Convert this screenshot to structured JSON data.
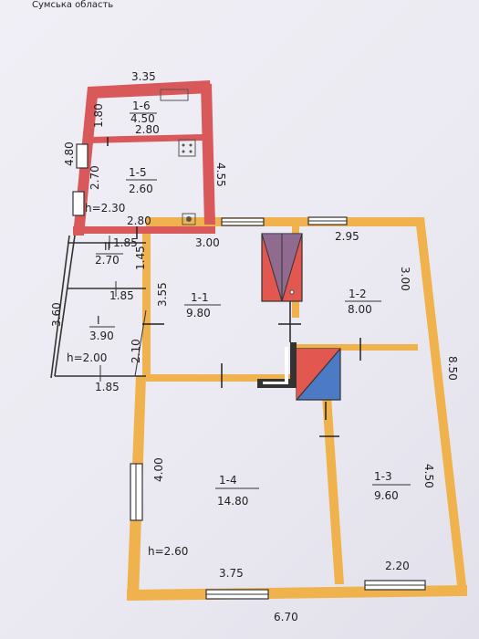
{
  "header_text": "Сумська область",
  "rooms": {
    "r1_1": {
      "id": "1-1",
      "area": "9.80"
    },
    "r1_2": {
      "id": "1-2",
      "area": "8.00"
    },
    "r1_3": {
      "id": "1-3",
      "area": "9.60"
    },
    "r1_4": {
      "id": "1-4",
      "area": "14.80"
    },
    "r1_5": {
      "id": "1-5",
      "area": "2.60"
    },
    "r1_6": {
      "id": "1-6",
      "area": "4.50"
    },
    "rII": {
      "id": "II",
      "area": "2.70"
    },
    "rI": {
      "id": "I",
      "area": "3.90"
    }
  },
  "dimensions": {
    "d_335": "3.35",
    "d_180": "1.80",
    "d_280_top": "2.80",
    "d_480": "4.80",
    "d_455": "4.55",
    "d_270": "2.70",
    "d_280_bottom": "2.80",
    "d_h230": "h=2.30",
    "d_185_a": "1.85",
    "d_145": "1.45",
    "d_300_top": "3.00",
    "d_295": "2.95",
    "d_355": "3.55",
    "d_300_right": "3.00",
    "d_360": "3.60",
    "d_185_b": "1.85",
    "d_210": "2.10",
    "d_h200": "h=2.00",
    "d_185_c": "1.85",
    "d_850": "8.50",
    "d_400": "4.00",
    "d_450": "4.50",
    "d_h260": "h=2.60",
    "d_375": "3.75",
    "d_220": "2.20",
    "d_670": "6.70"
  },
  "colors": {
    "wall_main": "#efb24d",
    "wall_annex": "#d9595b",
    "stove_red": "#e2574f",
    "stove_blue": "#4d7ac4",
    "window": "#333333"
  }
}
